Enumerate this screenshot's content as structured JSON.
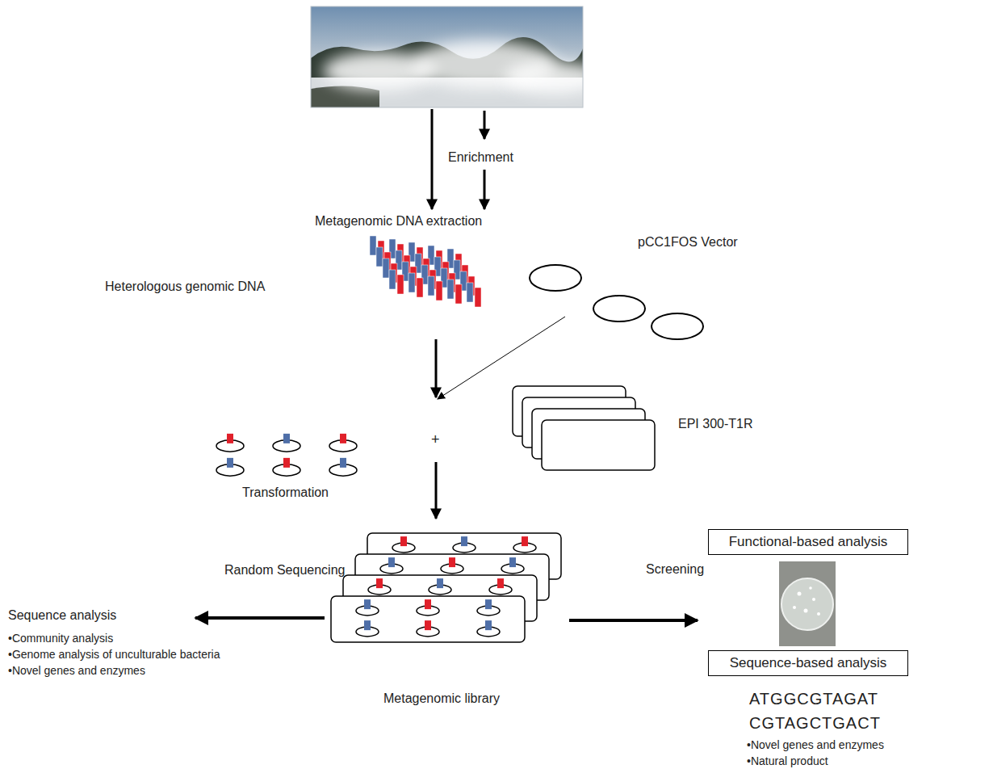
{
  "diagram": {
    "nodes": [
      {
        "text": [
          "Functional-based analysis"
        ]
      },
      {
        "text": [
          "Sequence-based analysis"
        ]
      }
    ],
    "labels": [
      "Enrichment",
      "Metagenomic DNA extraction",
      "Heterologous genomic DNA",
      "pCC1FOS Vector",
      "+",
      "EPI 300-T1R",
      "Transformation",
      "Random Sequencing",
      "Screening",
      "Sequence analysis",
      "•Community analysis",
      "•Genome analysis of unculturable bacteria",
      "•Novel genes and enzymes",
      "Metagenomic library",
      "ATGGCGTAGAT",
      "CGTAGCTGACT",
      "•Novel genes and enzymes",
      "•Natural product"
    ]
  }
}
